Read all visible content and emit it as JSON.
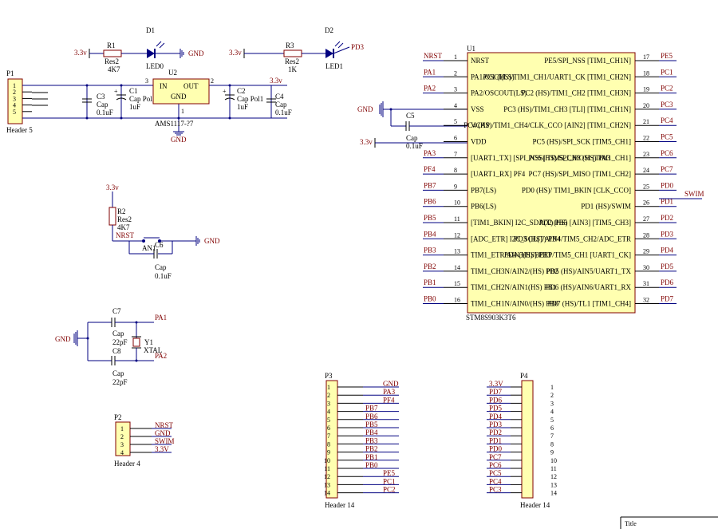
{
  "u1": {
    "ref": "U1",
    "part": "STM8S903K3T6",
    "left_pins": [
      {
        "num": "1",
        "name": "NRST",
        "net": "NRST"
      },
      {
        "num": "2",
        "name": "PA1/OSCI(LS)",
        "net": "PA1"
      },
      {
        "num": "3",
        "name": "PA2/OSCOUT(LS)",
        "net": "PA2"
      },
      {
        "num": "4",
        "name": "VSS",
        "net": ""
      },
      {
        "num": "5",
        "name": "VCAP",
        "net": ""
      },
      {
        "num": "6",
        "name": "VDD",
        "net": ""
      },
      {
        "num": "7",
        "name": "[UART1_TX] [SPI_NSS] TIM5_CH3 (HS) PA3",
        "net": "PA3"
      },
      {
        "num": "8",
        "name": "[UART1_RX] PF4",
        "net": "PF4"
      },
      {
        "num": "9",
        "name": "PB7(LS)",
        "net": "PB7"
      },
      {
        "num": "10",
        "name": "PB6(LS)",
        "net": "PB6"
      },
      {
        "num": "11",
        "name": "[TIM1_BKIN] I2C_SDA(T) PB5",
        "net": "PB5"
      },
      {
        "num": "12",
        "name": "[ADC_ETR] I2C_SCL(T) PB4",
        "net": "PB4"
      },
      {
        "num": "13",
        "name": "TIM1_ETR/AIN3(HS) PB3",
        "net": "PB3"
      },
      {
        "num": "14",
        "name": "TIM1_CH3N/AIN2/(HS) PB2",
        "net": "PB2"
      },
      {
        "num": "15",
        "name": "TIM1_CH2N/AIN1(HS) PB1",
        "net": "PB1"
      },
      {
        "num": "16",
        "name": "TIM1_CH1N/AIN0/(HS) PB0",
        "net": "PB0"
      }
    ],
    "right_pins": [
      {
        "num": "17",
        "name": "PE5/SPI_NSS [TIM1_CH1N]",
        "net": "PE5"
      },
      {
        "num": "18",
        "name": "PC1 (HS)/TIM1_CH1/UART1_CK [TIM1_CH2N]",
        "net": "PC1"
      },
      {
        "num": "19",
        "name": "PC2 (HS)/TIM1_CH2 [TIM1_CH3N]",
        "net": "PC2"
      },
      {
        "num": "20",
        "name": "PC3 (HS)/TIM1_CH3 [TLI] [TIM1_CH1N]",
        "net": "PC3"
      },
      {
        "num": "21",
        "name": "PC4 (HS)/TIM1_CH4/CLK_CCO [AIN2] [TIM1_CH2N]",
        "net": "PC4"
      },
      {
        "num": "22",
        "name": "PC5 (HS)/SPI_SCK [TIM5_CH1]",
        "net": "PC5"
      },
      {
        "num": "23",
        "name": "PC6 (HS)/SPI_MOSI [TIM1_CH1]",
        "net": "PC6"
      },
      {
        "num": "24",
        "name": "PC7 (HS)/SPI_MISO [TIM1_CH2]",
        "net": "PC7"
      },
      {
        "num": "25",
        "name": "PD0 (HS)/ TIM1_BKIN [CLK_CCO]",
        "net": "PD0"
      },
      {
        "num": "26",
        "name": "PD1 (HS)/SWIM",
        "net": "PD1"
      },
      {
        "num": "27",
        "name": "PD2 (HS) [AIN3] [TIM5_CH3]",
        "net": "PD2"
      },
      {
        "num": "28",
        "name": "PD3 (HS)/AIN4/TIM5_CH2/ADC_ETR",
        "net": "PD3"
      },
      {
        "num": "29",
        "name": "PD4 (HS)/BEEP/TIM5_CH1 [UART1_CK]",
        "net": "PD4"
      },
      {
        "num": "30",
        "name": "PD5 (HS)/AIN5/UART1_TX",
        "net": "PD5"
      },
      {
        "num": "31",
        "name": "PD6 (HS)/AIN6/UART1_RX",
        "net": "PD6"
      },
      {
        "num": "32",
        "name": "PD7 (HS)/TL1 [TIM1_CH4]",
        "net": "PD7"
      }
    ],
    "swim_label": "SWIM"
  },
  "p1": {
    "ref": "P1",
    "name": "Header 5",
    "pins": [
      "1",
      "2",
      "3",
      "4",
      "5"
    ]
  },
  "p2": {
    "ref": "P2",
    "name": "Header 4",
    "pins": [
      "1",
      "2",
      "3",
      "4"
    ],
    "nets": [
      "NRST",
      "GND",
      "SWIM",
      "3.3V"
    ]
  },
  "p3": {
    "ref": "P3",
    "name": "Header 14",
    "pins": [
      "1",
      "2",
      "3",
      "4",
      "5",
      "6",
      "7",
      "8",
      "9",
      "10",
      "11",
      "12",
      "13",
      "14"
    ],
    "nets": [
      "GND",
      "PA3",
      "PF4",
      "PB7",
      "PB6",
      "PB5",
      "PB4",
      "PB3",
      "PB2",
      "PB1",
      "PB0",
      "PE5",
      "PC1",
      "PC2"
    ]
  },
  "p4": {
    "ref": "P4",
    "name": "Header 14",
    "pins": [
      "1",
      "2",
      "3",
      "4",
      "5",
      "6",
      "7",
      "8",
      "9",
      "10",
      "11",
      "12",
      "13",
      "14"
    ],
    "nets": [
      "3.3V",
      "PD7",
      "PD6",
      "PD5",
      "PD4",
      "PD3",
      "PD2",
      "PD1",
      "PD0",
      "PC7",
      "PC6",
      "PC5",
      "PC4",
      "PC3"
    ]
  },
  "led_section": {
    "r1": {
      "ref": "R1",
      "type": "Res2",
      "value": "4K7"
    },
    "d1": {
      "ref": "D1",
      "name": "LED0"
    },
    "gnd": "GND",
    "v33": "3.3v",
    "r3": {
      "ref": "R3",
      "type": "Res2",
      "value": "1K"
    },
    "d2": {
      "ref": "D2",
      "name": "LED1"
    },
    "pd3": "PD3"
  },
  "power": {
    "u2": "U2",
    "u2_in": "IN",
    "u2_out": "OUT",
    "u2_gnd": "GND",
    "u2_part": "AMS1117-?7",
    "pin3": "3",
    "pin2": "2",
    "pin1": "1",
    "c3": {
      "ref": "C3",
      "type": "Cap",
      "value": "0.1uF"
    },
    "c1": {
      "ref": "C1",
      "type": "Cap Pol1",
      "value": "1uF"
    },
    "c2": {
      "ref": "C2",
      "type": "Cap Pol1",
      "value": "1uF"
    },
    "c4": {
      "ref": "C4",
      "type": "Cap",
      "value": "0.1uF"
    },
    "v33": "3.3v",
    "gnd": "GND"
  },
  "reset": {
    "v33": "3.3v",
    "r2": {
      "ref": "R2",
      "type": "Res2",
      "value": "4K7"
    },
    "nrst": "NRST",
    "an": "AN1",
    "c6": {
      "ref": "C6",
      "type": "Cap",
      "value": "0.1uF"
    },
    "gnd": "GND"
  },
  "vcap": {
    "gnd": "GND",
    "c5": {
      "ref": "C5",
      "type": "Cap",
      "value": "0.1uF"
    },
    "v33": "3.3v"
  },
  "crystal": {
    "gnd": "GND",
    "c7": {
      "ref": "C7",
      "type": "Cap",
      "value": "22pF"
    },
    "c8": {
      "ref": "C8",
      "type": "Cap",
      "value": "22pF"
    },
    "y1": {
      "ref": "Y1",
      "name": "XTAL"
    },
    "pa1": "PA1",
    "pa2": "PA2"
  },
  "title_block": {
    "title_label": "Title"
  }
}
